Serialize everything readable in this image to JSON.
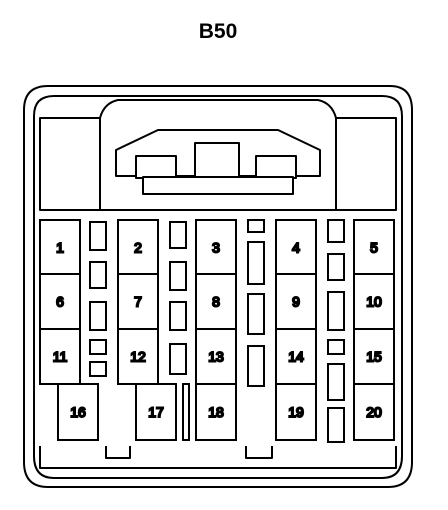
{
  "title": "B50",
  "pins": [
    "1",
    "2",
    "3",
    "4",
    "5",
    "6",
    "7",
    "8",
    "9",
    "10",
    "11",
    "12",
    "13",
    "14",
    "15",
    "16",
    "17",
    "18",
    "19",
    "20"
  ],
  "colors": {
    "stroke": "#000000",
    "fill": "#ffffff"
  }
}
